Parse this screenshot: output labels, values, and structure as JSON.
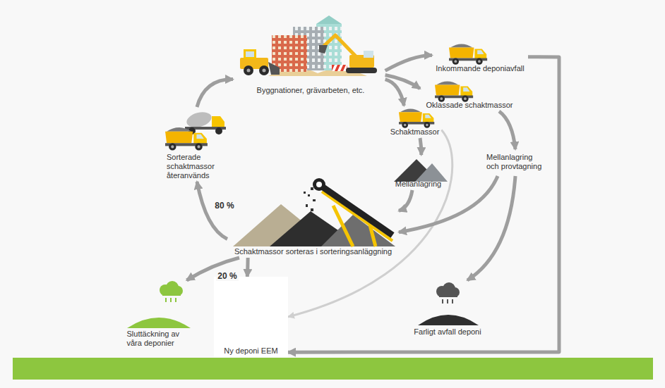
{
  "diagram": {
    "nodes": [
      {
        "text": [
          "Byggnationer, grävarbeten, etc."
        ]
      },
      {
        "text": [
          "Inkommande deponiavfall"
        ]
      },
      {
        "text": [
          "Oklassade schaktmassor"
        ]
      },
      {
        "text": [
          "Schaktmassor"
        ]
      },
      {
        "text": [
          "Mellanlagring och provtagning"
        ]
      },
      {
        "text": [
          "Mellanlagring"
        ]
      },
      {
        "text": [
          "Sorterade schaktmassor återanvänds"
        ]
      },
      {
        "text": [
          "Schaktmassor sorteras i sorteringsanläggning"
        ]
      },
      {
        "text": [
          "Sluttäckning av våra deponier"
        ]
      },
      {
        "text": [
          "Ny deponi EEM"
        ]
      },
      {
        "text": [
          "Farligt avfall deponi"
        ]
      }
    ],
    "edges": [
      {
        "from": 0,
        "to": 1,
        "arrow": "to"
      },
      {
        "from": 0,
        "to": 2,
        "arrow": "to"
      },
      {
        "from": 0,
        "to": 3,
        "arrow": "to"
      },
      {
        "from": 1,
        "to": 9,
        "arrow": "to"
      },
      {
        "from": 2,
        "to": 4,
        "arrow": "to"
      },
      {
        "from": 3,
        "to": 5,
        "arrow": "to"
      },
      {
        "from": 3,
        "to": 9,
        "arrow": "to"
      },
      {
        "from": 4,
        "to": 7,
        "arrow": "to"
      },
      {
        "from": 4,
        "to": 10,
        "arrow": "to"
      },
      {
        "from": 5,
        "to": 7,
        "arrow": "to"
      },
      {
        "from": 7,
        "to": 6,
        "label": "80 %",
        "arrow": "to"
      },
      {
        "from": 7,
        "to": 8,
        "arrow": "to"
      },
      {
        "from": 7,
        "to": 9,
        "label": "20 %",
        "arrow": "to"
      },
      {
        "from": 6,
        "to": 0,
        "arrow": "to"
      }
    ]
  }
}
